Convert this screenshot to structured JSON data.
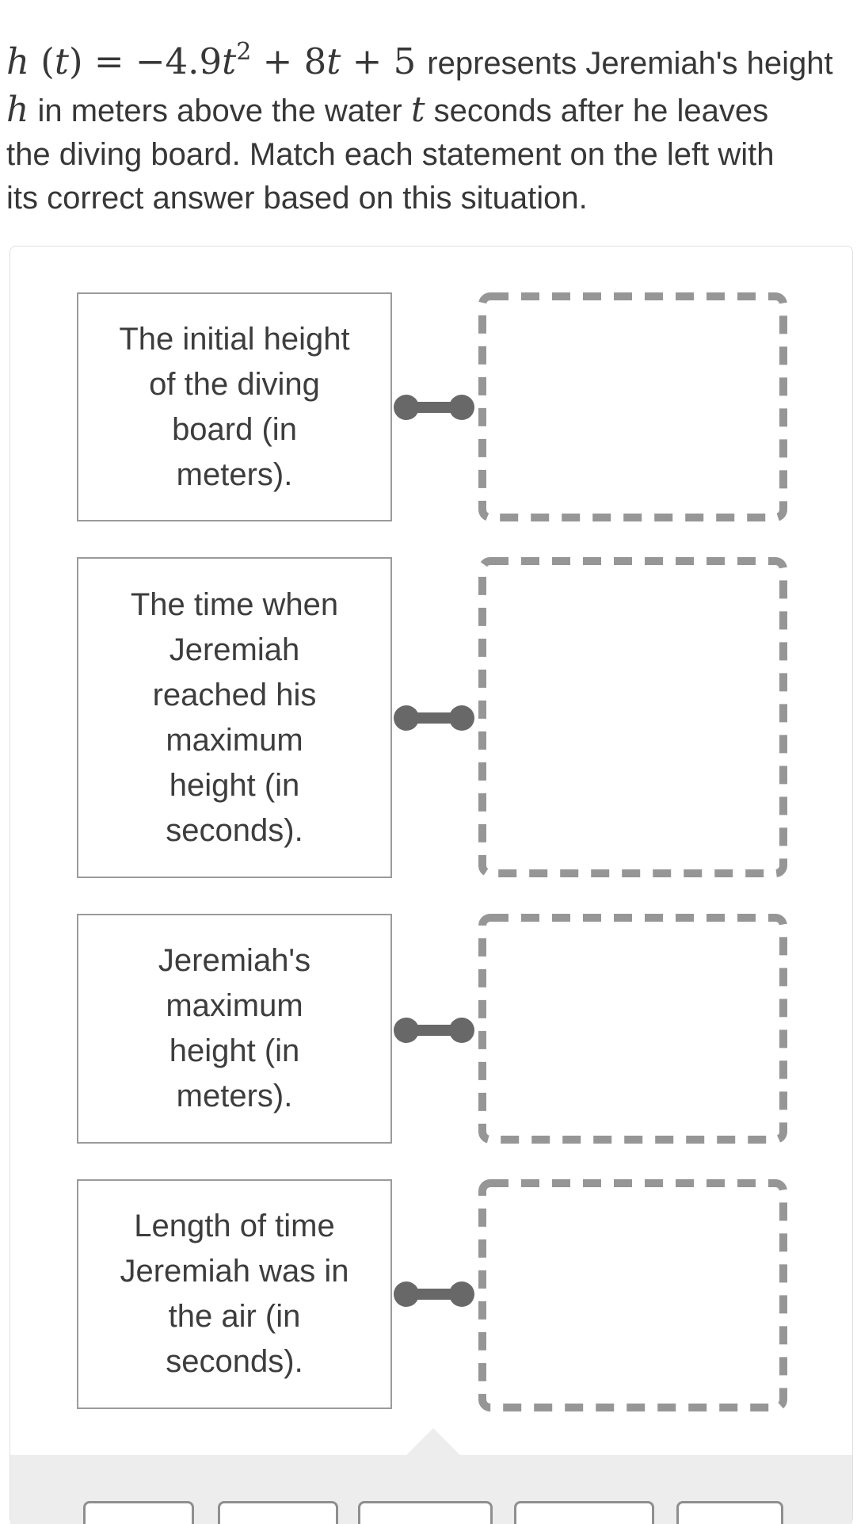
{
  "problem": {
    "lines": [
      [
        {
          "t": "h",
          "s": "mi"
        },
        {
          "t": " (",
          "s": "mn"
        },
        {
          "t": "t",
          "s": "mi"
        },
        {
          "t": ") = −4.9",
          "s": "mn"
        },
        {
          "t": "t",
          "s": "mi"
        },
        {
          "t": "2",
          "s": "sup"
        },
        {
          "t": " + 8",
          "s": "mn"
        },
        {
          "t": "t",
          "s": "mi"
        },
        {
          "t": " + 5",
          "s": "mn"
        },
        {
          "t": "represents Jeremiah's height",
          "s": "after"
        }
      ],
      [
        {
          "t": "h",
          "s": "mi2"
        },
        {
          "t": " in meters above the water ",
          "s": ""
        },
        {
          "t": "t",
          "s": "mi2"
        },
        {
          "t": " seconds after he leaves",
          "s": ""
        }
      ],
      [
        {
          "t": "the diving board. Match each statement on the left with",
          "s": ""
        }
      ],
      [
        {
          "t": "its correct answer based on this situation.",
          "s": ""
        }
      ]
    ],
    "formula_plain": "h(t) = −4.9t^2 + 8t + 5"
  },
  "rows": [
    {
      "statement": "The initial height of the diving board (in meters).",
      "lines": [
        "The initial height",
        "of the diving",
        "board (in",
        "meters)."
      ]
    },
    {
      "statement": "The time when Jeremiah reached his maximum height (in seconds).",
      "lines": [
        "The time when",
        "Jeremiah",
        "reached his",
        "maximum",
        "height (in",
        "seconds)."
      ]
    },
    {
      "statement": "Jeremiah's maximum height (in meters).",
      "lines": [
        "Jeremiah's",
        "maximum",
        "height (in",
        "meters)."
      ]
    },
    {
      "statement": "Length of time Jeremiah was in the air (in seconds).",
      "lines": [
        "Length of time",
        "Jeremiah was in",
        "the air (in",
        "seconds)."
      ]
    }
  ],
  "dropzones": [
    "",
    "",
    "",
    ""
  ],
  "answer_tray": {
    "tiles": [
      "",
      "",
      "",
      "",
      ""
    ]
  },
  "colors": {
    "statement_text": "#3d3d3d",
    "paragraph_text": "#373737",
    "statement_border": "#9b9b9b",
    "dropzone_dash": "#969696",
    "connector": "#686868",
    "card_border": "#e0e0e0",
    "tray_background": "#ededed",
    "tile_border": "#8f8f8f"
  }
}
